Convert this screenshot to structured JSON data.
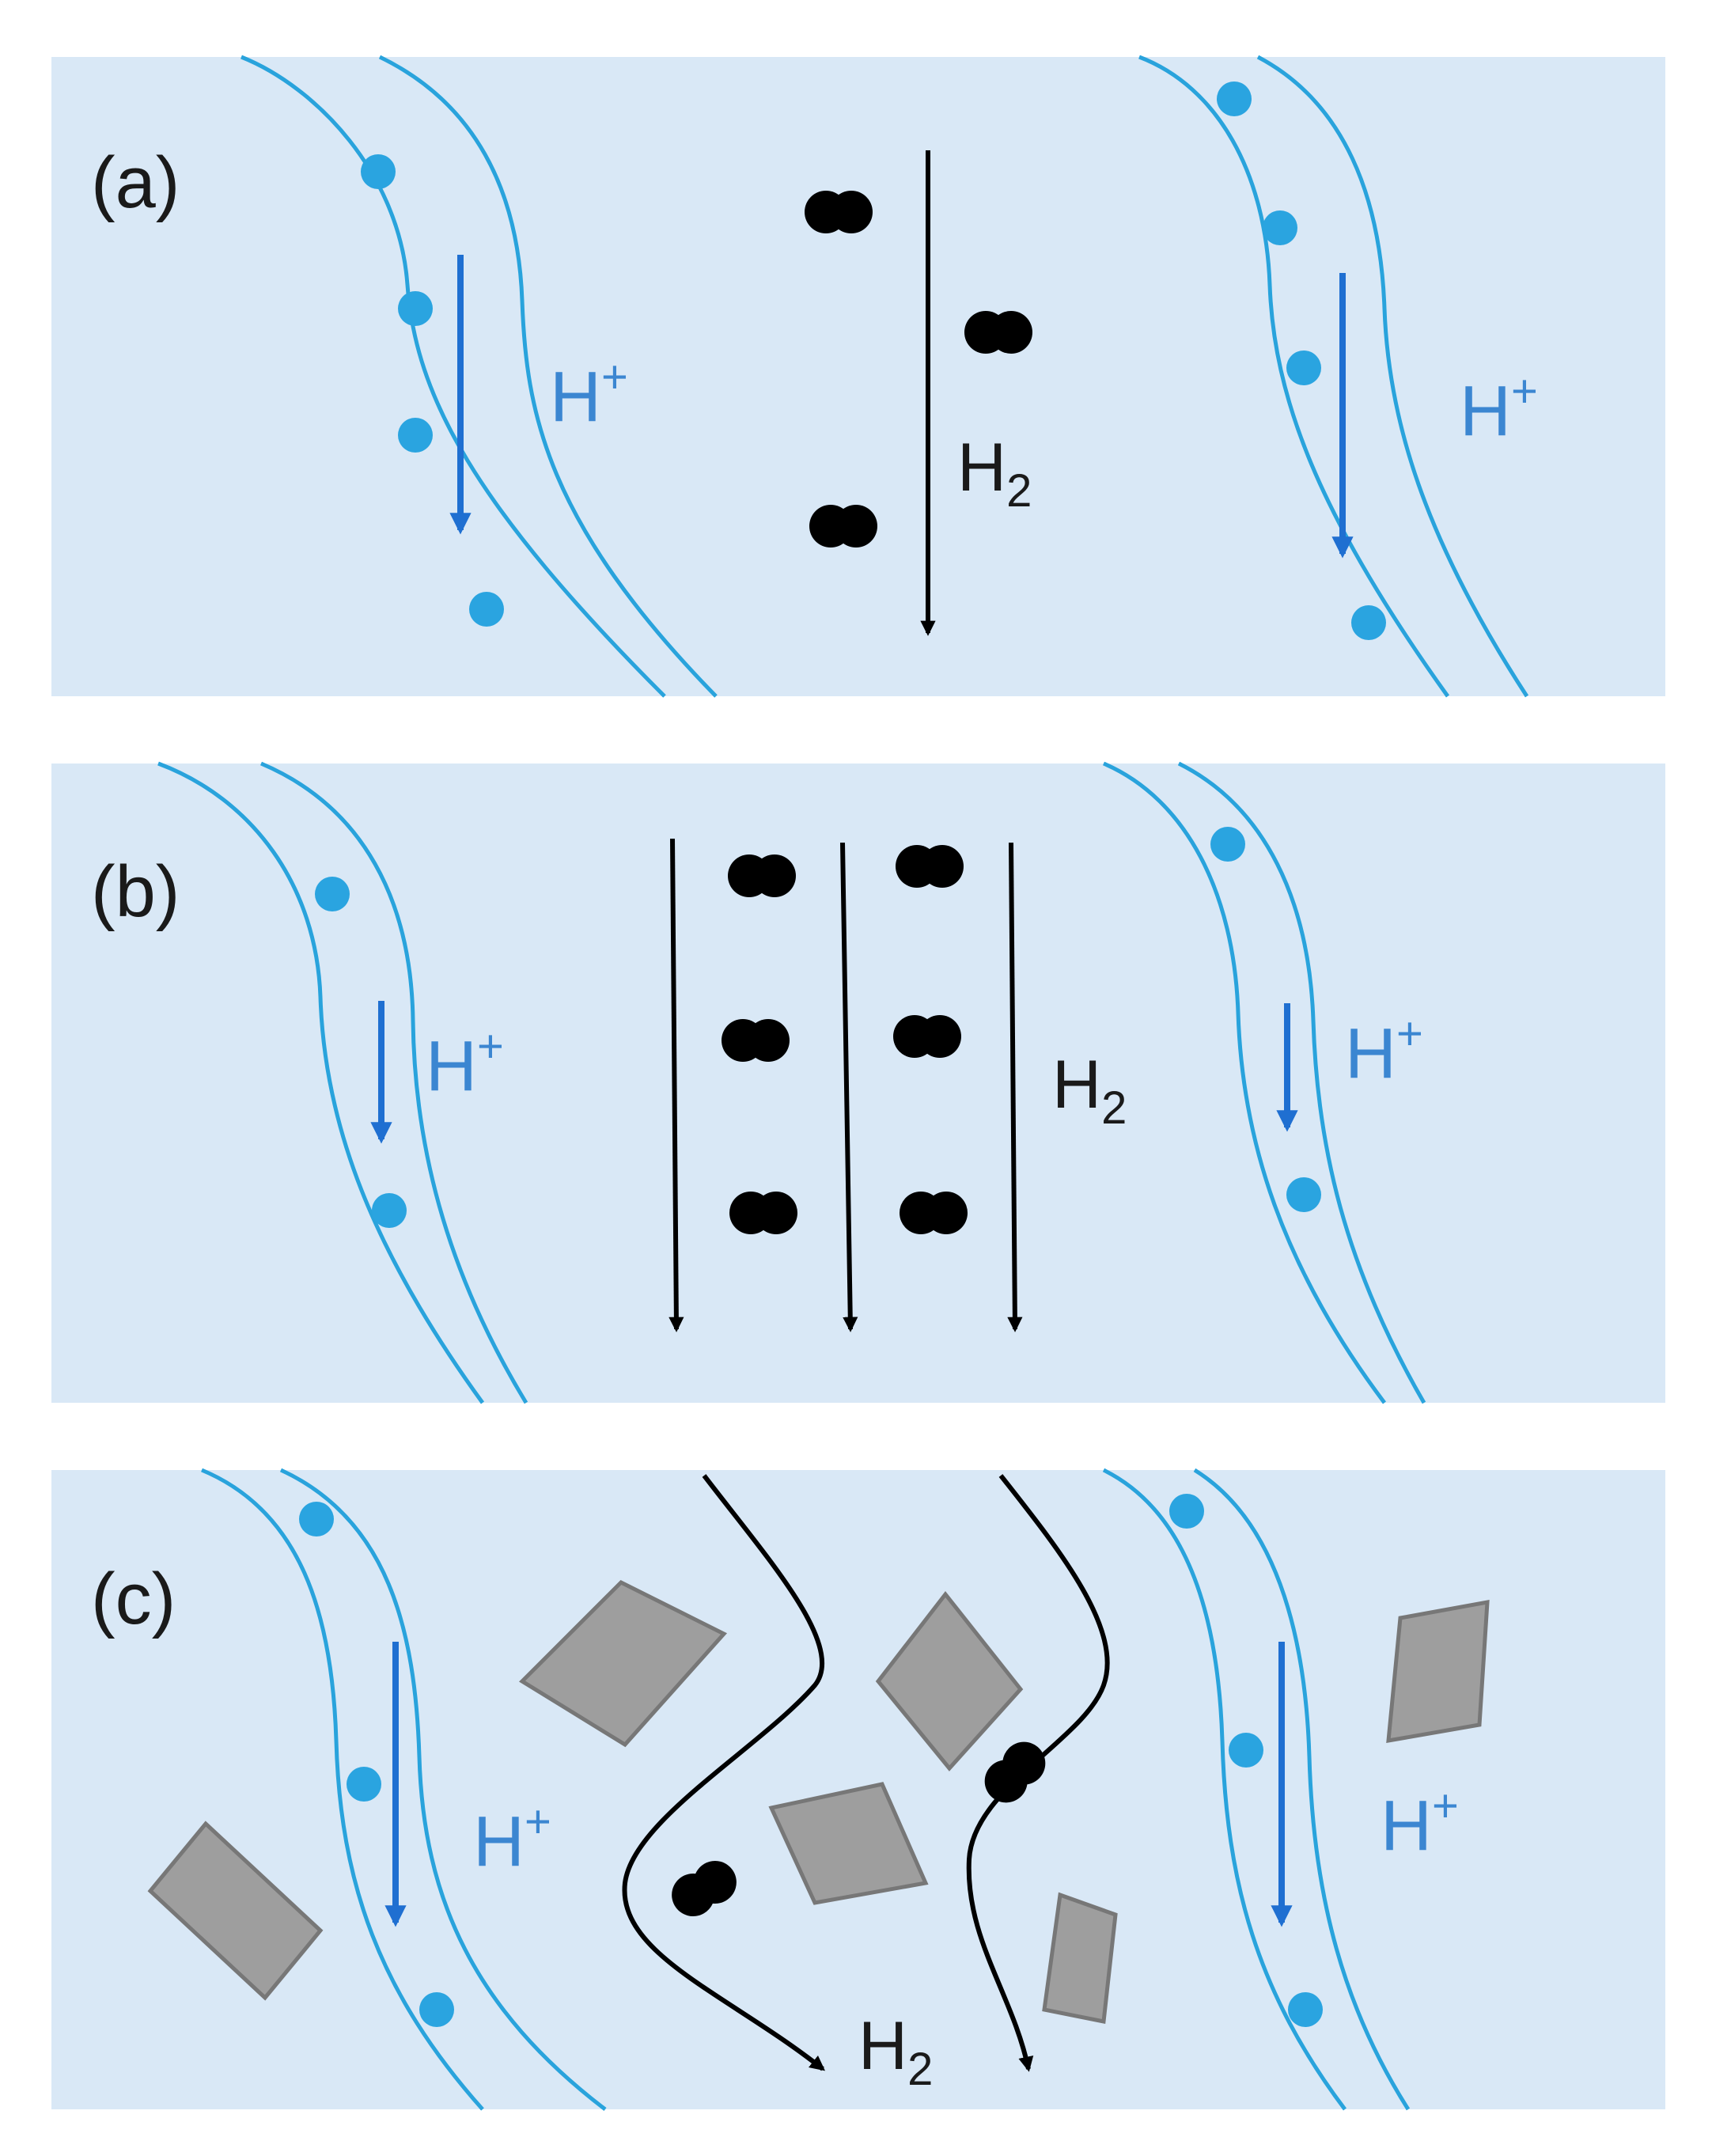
{
  "panels": [
    {
      "id": "a",
      "label": "(a)",
      "proton_label": "H",
      "proton_charge": "+",
      "hydrogen_label": "H",
      "hydrogen_subscript": "2"
    },
    {
      "id": "b",
      "label": "(b)",
      "proton_label": "H",
      "proton_charge": "+",
      "hydrogen_label": "H",
      "hydrogen_subscript": "2"
    },
    {
      "id": "c",
      "label": "(c)",
      "proton_label": "H",
      "proton_charge": "+",
      "hydrogen_label": "H",
      "hydrogen_subscript": "2"
    }
  ],
  "colors": {
    "panel_background": "#d9e8f6",
    "channel_line": "#29a3dc",
    "proton_dot": "#2aa4e0",
    "proton_arrow": "#1f6fd1",
    "hydrogen": "#000000",
    "particle_fill": "#9e9e9e",
    "particle_stroke": "#777777"
  }
}
